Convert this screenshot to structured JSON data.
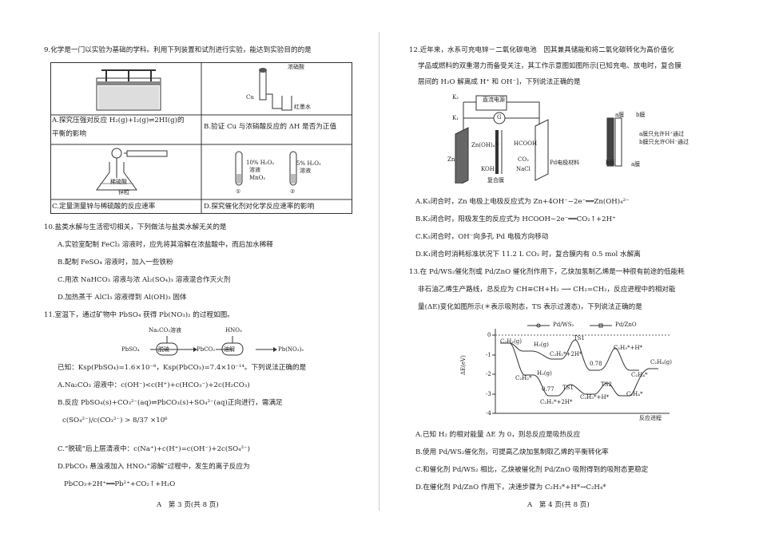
{
  "q9": {
    "stem": "9.化学是一门以实验为基础的学科。利用下列装置和试剂进行实验，能达到实验目的的是",
    "cellA": "A.探究压强对反应 H₂(g)+I₂(g)⇌2HI(g)的",
    "cellA2": "平衡的影响",
    "cellB": "B.验证 Cu 与浓硝酸反应的 ΔH 是否为正值",
    "cellB_conc": "浓硝酸",
    "cellB_cu": "Cu",
    "cellB_ink": "红墨水",
    "cellC": "C.定量测量锌与稀硫酸的反应速率",
    "cellC_acid": "稀硫酸",
    "cellC_zn": "锌粒",
    "cellD": "D.探究催化剂对化学反应速率的影响",
    "cellD_t1a": "10% H₂O₂",
    "cellD_t1b": "溶液",
    "cellD_t1c": "MnO₂",
    "cellD_t2a": "5% H₂O₂",
    "cellD_t2b": "溶液",
    "cellD_n1": "①",
    "cellD_n2": "②"
  },
  "q10": {
    "stem": "10.盐类水解与生活密切相关，下列做法与盐类水解无关的是",
    "A": "A.实验室配制 FeCl₃ 溶液时，应先将其溶解在浓盐酸中，而后加水稀释",
    "B": "B.配制 FeSO₄ 溶液时，加入一些铁粉",
    "C": "C.用浓 NaHCO₃ 溶液与浓 Al₂(SO₄)₃ 溶液混合作灭火剂",
    "D": "D.加热蒸干 AlCl₃ 溶液得到 Al(OH)₃ 固体"
  },
  "q11": {
    "stem": "11.室温下，通过矿物中 PbSO₄ 获得 Pb(NO₃)₂ 的过程如图。",
    "flow_top1": "Na₂CO₃溶液",
    "flow_top2": "HNO₃",
    "flow_n1": "PbSO₄",
    "flow_b1": "脱硫",
    "flow_n2": "PbCO₃",
    "flow_b2": "溶解",
    "flow_n3": "Pb(NO₃)₂",
    "known": "已知：Ksp(PbSO₄)=1.6×10⁻⁸，Ksp(PbCO₃)=7.4×10⁻¹⁴。下列说法正确的是",
    "A": "A.Na₂CO₃ 溶液中：c(OH⁻)<c(H⁺)+c(HCO₃⁻)+2c(H₂CO₃)",
    "B": "B.反应 PbSO₄(s)+CO₃²⁻(aq)⇌PbCO₃(s)+SO₄²⁻(aq)正向进行，需满足",
    "B2": "c(SO₄²⁻)/c(CO₃²⁻) > 8/37 ×10⁶",
    "C": "C.“脱硫”后上层清液中：c(Na⁺)+c(H⁺)=c(OH⁻)+2c(SO₄²⁻)",
    "D": "D.PbCO₃ 悬浊液加入 HNO₃“溶解”过程中，发生的离子反应为",
    "D2": "PbCO₃+2H⁺══Pb²⁺+CO₂↑+H₂O"
  },
  "q12": {
    "l1": "12.近年来，水系可充电锌－二氧化碳电池　因其兼具储能和将二氧化碳转化为高价值化",
    "l2": "学品或燃料的双重潜力而备受关注，其工作示意图如图所示[已知充电、放电时，复合膜",
    "l3": "层间的 H₂O 解离成 H⁺ 和 OH⁻]，下列说法正确的是",
    "fig_power": "直流电源",
    "fig_k1": "K₁",
    "fig_k2": "K₂",
    "fig_g": "G",
    "fig_zn": "Zn",
    "fig_znoh": "Zn(OH)₄²⁻",
    "fig_koh": "KOH",
    "fig_hcooh": "HCOOH",
    "fig_co2": "CO₂",
    "fig_nacl": "NaCl",
    "fig_pd": "Pd电极材料",
    "fig_membrane": "复合膜",
    "fig_a": "a膜",
    "fig_b": "b膜",
    "fig_note1": "a膜只允许H⁺通过",
    "fig_note2": "b膜只允许OH⁻通过",
    "fig_b2": "b膜",
    "fig_a2": "a膜",
    "A": "A.K₁闭合时，Zn 电极上电极反应式为 Zn+4OH⁻−2e⁻══Zn(OH)₄²⁻",
    "B": "B.K₂闭合时，阳极发生的反应式为 HCOOH−2e⁻══CO₂↑+2H⁺",
    "C": "C.K₁闭合时，OH⁻向多孔 Pd 电极方向移动",
    "D": "D.K₁闭合时消耗标准状况下 11.2 L CO₂ 时，复合膜内有 0.5 mol 水解离"
  },
  "q13": {
    "l1": "13.在 Pd/WS₂催化剂或 Pd/ZnO 催化剂作用下，乙炔加氢制乙烯是一种很有前途的低能耗",
    "l2": "非石油乙烯生产路线，总反应为 CH≡CH+H₂ ⟶ CH₂=CH₂，反应进程中的相对能",
    "l3": "量(ΔE)变化如图所示(＊表示吸附态，TS 表示过渡态)，下列说法正确的是",
    "legend1": "Pd/WS₂",
    "legend2": "Pd/ZnO",
    "ylabel": "ΔE(eV)",
    "xlabel": "反应进程",
    "yticks": [
      "0",
      "-1",
      "-2",
      "-3",
      "-4"
    ],
    "lab_c2h2g": "C₂H₂(g)",
    "lab_h2g": "H₂(g)",
    "lab_c2h2s": "C₂H₂*+2H*",
    "lab_ts1": "TS1",
    "lab_c2h3": "C₂H₃*+H*",
    "lab_c2h4g": "C₂H₄(g)",
    "lab_c2h4s": "C₂H₄*",
    "lab_c2h2s_b": "C₂H₂*",
    "lab_h2g_b": "H₂(g)",
    "lab_ts1_b": "TS1",
    "lab_077": "0.77",
    "lab_078": "0.78",
    "lab_ts2": "TS2",
    "lab_c2h2s2": "C₂H₂*+2H*",
    "lab_c2h3_b": "C₂H₃*+H*",
    "lab_c2h4s_b": "C₂H₄*",
    "A": "A.已知 H₂ 的相对能量 ΔE 为 0，则总反应是吸热反应",
    "B": "B.使用 Pd/WS₂催化剂，可提高乙炔加氢制取乙烯的平衡转化率",
    "C": "C.和催化剂 Pd/WS₂ 相比，乙炔被催化剂 Pd/ZnO 吸附得到的吸附态更稳定",
    "D": "D.在催化剂 Pd/ZnO 作用下，决速步骤为 C₂H₃*+H*→C₂H₄*"
  },
  "footer_left": "A　第 3 页(共 8 页)",
  "footer_right": "A　第 4 页(共 8 页)"
}
